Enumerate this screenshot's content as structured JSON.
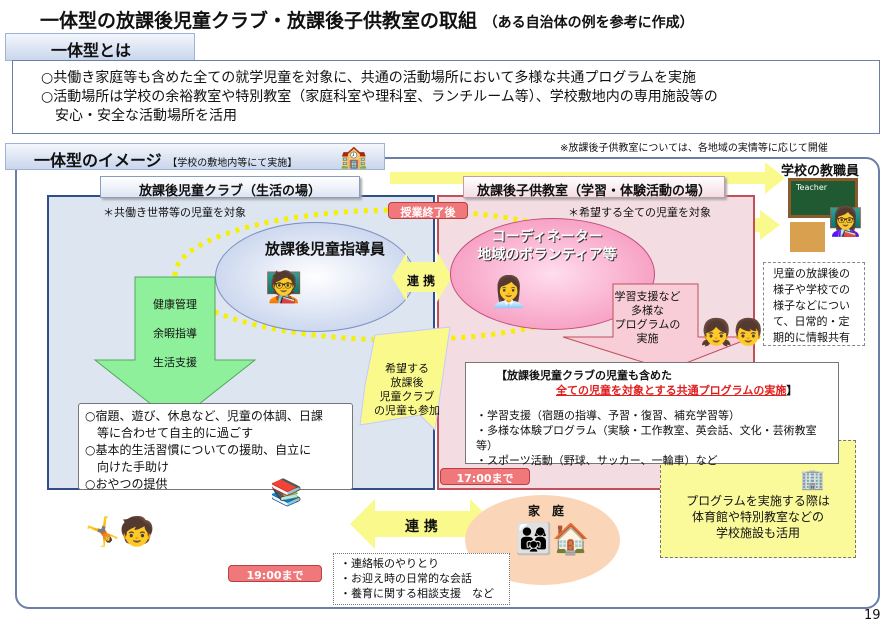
{
  "title": "一体型の放課後児童クラブ・放課後子供教室の取組",
  "title_note": "（ある自治体の例を参考に作成）",
  "section1": {
    "heading": "一体型とは",
    "lines": [
      "○共働き家庭等も含めた全ての就学児童を対象に、共通の活動場所において多様な共通プログラムを実施",
      "○活動場所は学校の余裕教室や特別教室（家庭科室や理科室、ランチルーム等）、学校敷地内の専用施設等の",
      "　安心・安全な活動場所を活用"
    ]
  },
  "note": "※放課後子供教室については、各地域の実情等に応じて開催",
  "section2": {
    "heading": "一体型のイメージ",
    "sub": "【学校の敷地内等にて実施】"
  },
  "club": {
    "label": "放課後児童クラブ（生活の場）",
    "target": "＊共働き世帯等の児童を対象",
    "staff": "放課後児童指導員",
    "roles": [
      "健康管理",
      "余暇指導",
      "生活支援"
    ],
    "items": [
      "○宿題、遊び、休息など、児童の体調、日課",
      "　等に合わせて自主的に過ごす",
      "○基本的生活習慣についての援助、自立に",
      "　向けた手助け",
      "○おやつの提供"
    ],
    "end_time": "19:00まで"
  },
  "classroom": {
    "label": "放課後子供教室（学習・体験活動の場）",
    "target": "＊希望する全ての児童を対象",
    "staff": [
      "コーディネーター",
      "地域のボランティア等"
    ],
    "program_arrow": [
      "学習支援など",
      "多様な",
      "プログラムの",
      "実施"
    ],
    "end_time": "17:00まで"
  },
  "after_class": "授業終了後",
  "link": "連 携",
  "join_arrow": [
    "希望する",
    "放課後",
    "児童クラブ",
    "の児童も参加"
  ],
  "common": {
    "heading1": "【放課後児童クラブの児童も含めた",
    "heading2": "全ての児童を対象とする共通プログラムの実施",
    "heading2_end": "】",
    "items": [
      "・学習支援（宿題の指導、予習・復習、補充学習等）",
      "・多様な体験プログラム（実験・工作教室、英会話、文化・芸術教室等）",
      "・スポーツ活動（野球、サッカー、一輪車）など"
    ]
  },
  "facility": [
    "プログラムを実施する際は",
    "体育館や特別教室などの",
    "学校施設も活用"
  ],
  "teachers": {
    "label": "学校の教職員",
    "board": "Teacher",
    "share": [
      "児童の放課後の",
      "様子や学校での",
      "様子などについ",
      "て、日常的・定",
      "期的に情報共有"
    ]
  },
  "home": {
    "label": "家　庭",
    "items": [
      "・連絡帳のやりとり",
      "・お迎え時の日常的な会話",
      "・養育に関する相談支援　など"
    ]
  },
  "page_number": "19"
}
